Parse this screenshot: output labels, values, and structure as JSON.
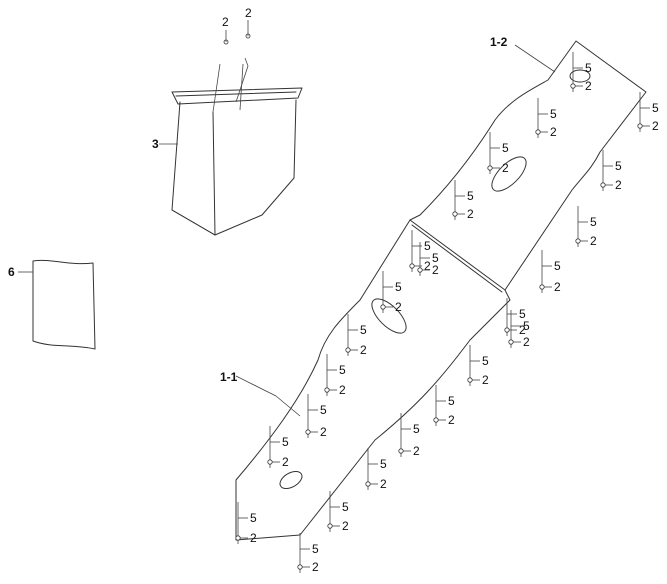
{
  "callouts": {
    "part_1_1": "1-1",
    "part_1_2": "1-2",
    "part_3": "3",
    "part_6": "6"
  },
  "fastener_labels": {
    "screw": "2",
    "rivet_nut": "5"
  }
}
